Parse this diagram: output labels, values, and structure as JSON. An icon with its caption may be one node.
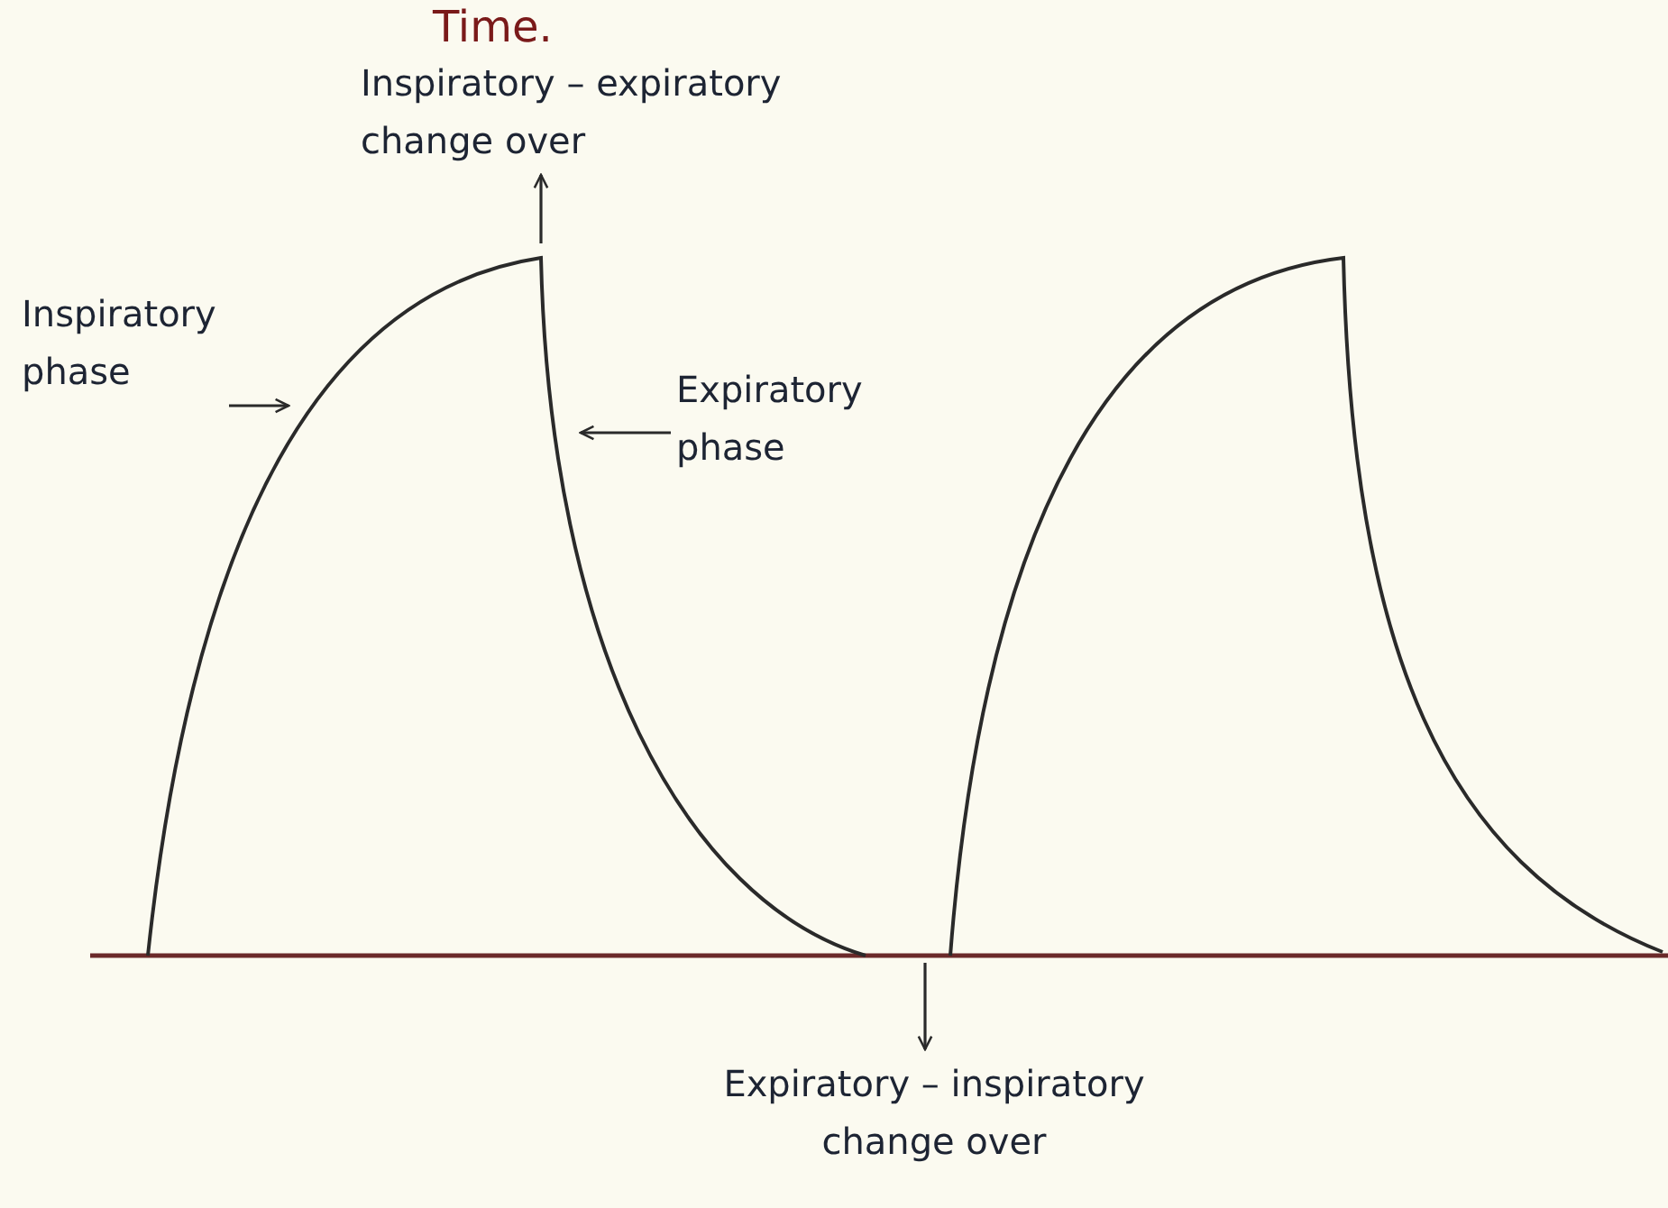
{
  "diagram": {
    "nodes": [
      {
        "text": [
          "Inspiratory – expiratory change over"
        ]
      },
      {
        "text": [
          "Inspiratory phase"
        ]
      },
      {
        "text": [
          "Expiratory phase"
        ]
      },
      {
        "text": [
          "Expiratory – inspiratory change over"
        ]
      }
    ],
    "edges": [
      {
        "from": null,
        "to": 0,
        "arrow": "to"
      },
      {
        "from": 1,
        "to": null,
        "arrow": "to"
      },
      {
        "from": 2,
        "to": null,
        "arrow": "to"
      },
      {
        "from": null,
        "to": 3,
        "arrow": "to"
      }
    ],
    "labels": [
      "Time."
    ]
  }
}
